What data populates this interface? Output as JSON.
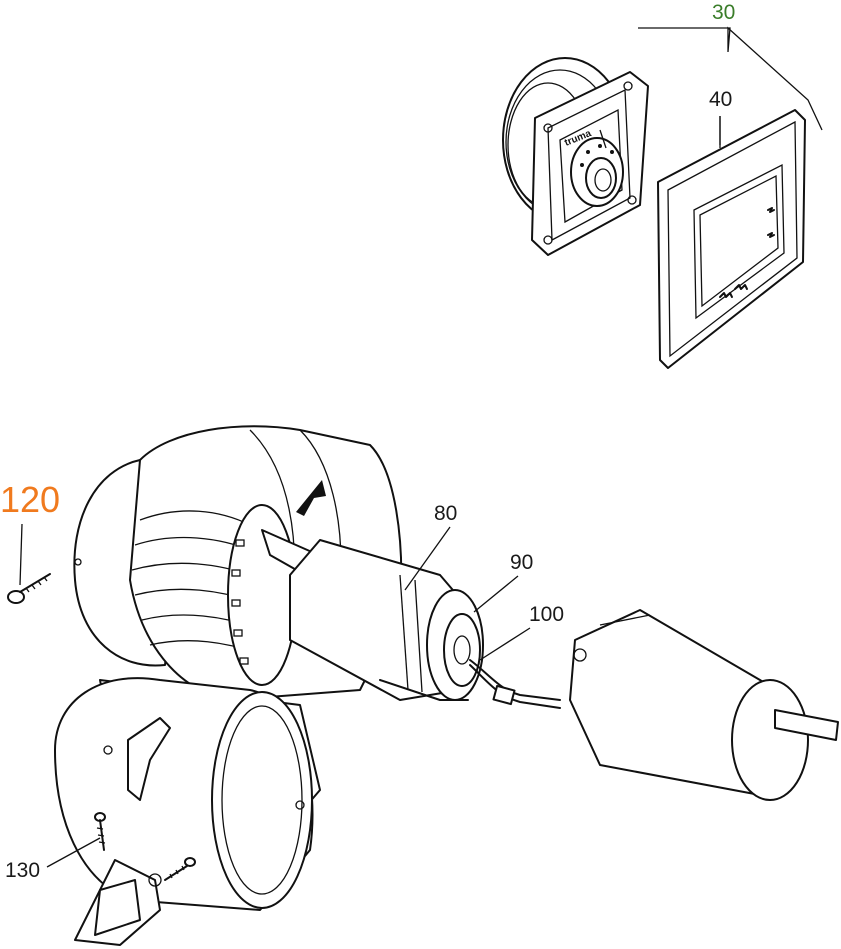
{
  "callouts": {
    "item_30": "30",
    "item_40": "40",
    "item_80": "80",
    "item_90": "90",
    "item_100": "100",
    "item_120": "120",
    "item_130": "130"
  },
  "brand_mark": "truma",
  "colors": {
    "item_30": "#3a7d2a",
    "item_120": "#f07a1e",
    "line": "#111111",
    "background": "#ffffff"
  }
}
